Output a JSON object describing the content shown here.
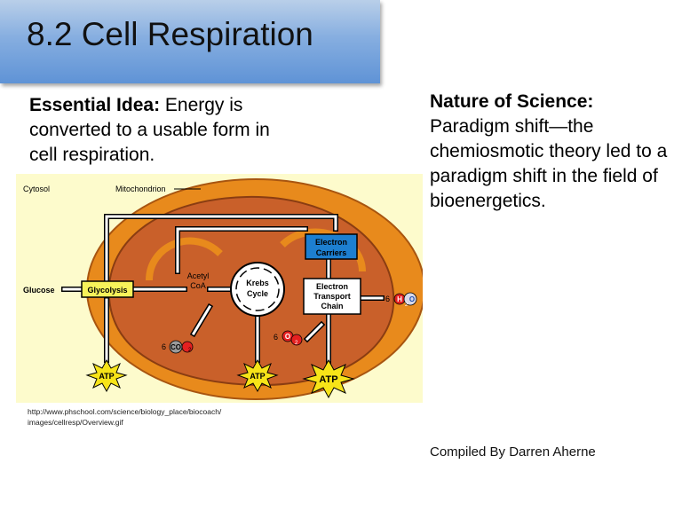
{
  "slide": {
    "title": "8.2 Cell Respiration",
    "essential_label": "Essential Idea:",
    "essential_text": " Energy is converted to a usable form in cell respiration.",
    "nature_label": "Nature of Science:",
    "nature_text": "Paradigm shift—the chemiosmotic theory led to a paradigm shift in the field of bioenergetics.",
    "credit_url": "http://www.phschool.com/science/biology_place/biocoach/images/cellresp/Overview.gif",
    "compiled_by": "Compiled By Darren Aherne"
  },
  "diagram": {
    "cytosol": "Cytosol",
    "mitochondrion": "Mitochondrion",
    "glucose": "Glucose",
    "glycolysis": "Glycolysis",
    "acetyl": "Acetyl",
    "coa": "CoA",
    "krebs": "Krebs",
    "cycle": "Cycle",
    "electron_carriers_1": "Electron",
    "electron_carriers_2": "Carriers",
    "etc_1": "Electron",
    "etc_2": "Transport",
    "etc_3": "Chain",
    "atp": "ATP",
    "six": "6",
    "co2_c": "CO",
    "sub2": "2",
    "o2_o": "O",
    "h2o_h": "H",
    "h2o_o": "O"
  },
  "colors": {
    "title_gradient_top": "#b9cfe9",
    "title_gradient_bottom": "#5f93d6",
    "diagram_bg": "#fdfbcc",
    "mito_outer": "#e88a1c",
    "mito_inner": "#c9602a",
    "glycolysis_box": "#f7f25a",
    "electron_carriers_box": "#1d7fd0",
    "atp_star": "#f7e418"
  }
}
